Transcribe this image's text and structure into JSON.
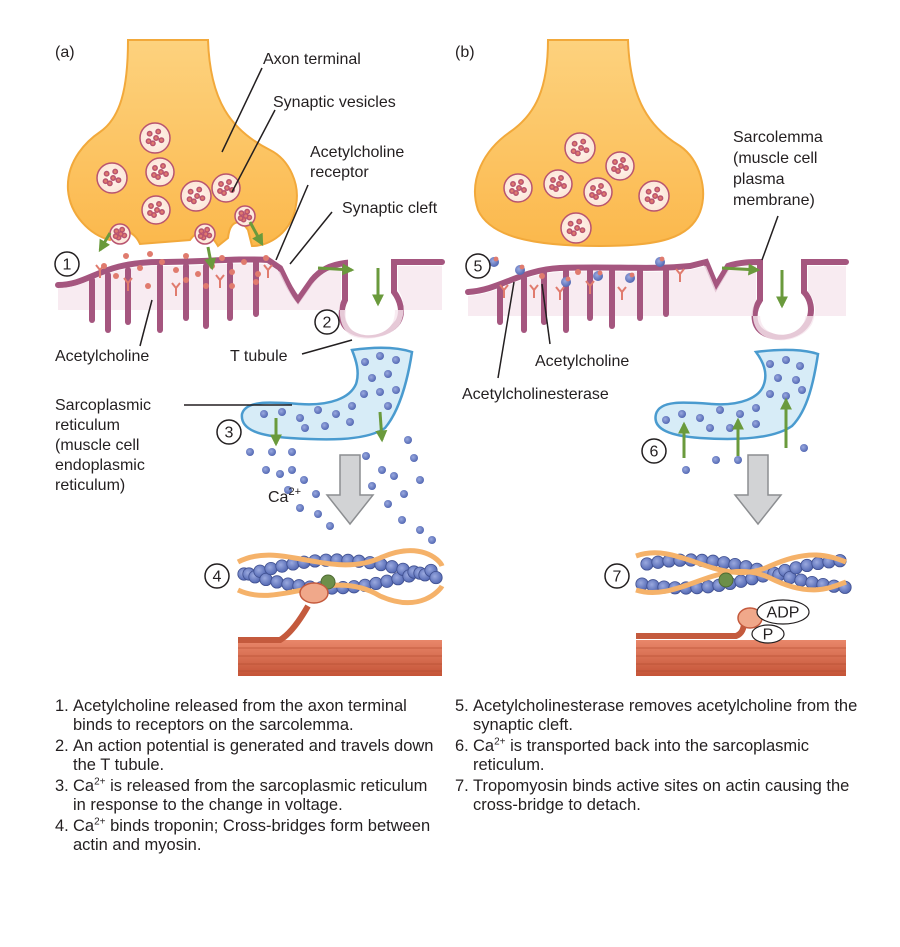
{
  "panels": {
    "a": {
      "label": "(a)"
    },
    "b": {
      "label": "(b)"
    }
  },
  "labels_a": {
    "axon_terminal": "Axon terminal",
    "synaptic_vesicles": "Synaptic vesicles",
    "ach_receptor_1": "Acetylcholine",
    "ach_receptor_2": "receptor",
    "synaptic_cleft": "Synaptic cleft",
    "acetylcholine": "Acetylcholine",
    "t_tubule": "T tubule",
    "sr_1": "Sarcoplasmic",
    "sr_2": "reticulum",
    "sr_3": "(muscle cell",
    "sr_4": "endoplasmic",
    "sr_5": "reticulum)",
    "calcium": "Ca",
    "calcium_sup": "2+"
  },
  "labels_b": {
    "sarcolemma_1": "Sarcolemma",
    "sarcolemma_2": "(muscle cell",
    "sarcolemma_3": "plasma",
    "sarcolemma_4": "membrane)",
    "acetylcholine": "Acetylcholine",
    "acetylcholinesterase": "Acetylcholinesterase",
    "adp": "ADP",
    "p": "P"
  },
  "step_markers": [
    "1",
    "2",
    "3",
    "4",
    "5",
    "6",
    "7"
  ],
  "steps_a": [
    {
      "n": "1.",
      "parts": [
        "Acetylcholine released from the axon terminal binds to receptors on the sarcolemma."
      ]
    },
    {
      "n": "2.",
      "parts": [
        "An action potential is generated and travels down the T tubule."
      ]
    },
    {
      "n": "3.",
      "parts": [
        "Ca",
        "2+",
        " is released from the sarcoplasmic reticulum in response to the change in voltage."
      ]
    },
    {
      "n": "4.",
      "parts": [
        "Ca",
        "2+",
        " binds troponin; Cross-bridges form between actin and myosin."
      ]
    }
  ],
  "steps_b": [
    {
      "n": "5.",
      "parts": [
        "Acetylcholinesterase removes acetylcholine from the synaptic cleft."
      ]
    },
    {
      "n": "6.",
      "parts": [
        "Ca",
        "2+",
        " is transported back into the sarcoplasmic reticulum."
      ]
    },
    {
      "n": "7.",
      "parts": [
        "Tropomyosin binds active sites on actin causing the cross-bridge to detach."
      ]
    }
  ],
  "colors": {
    "axon_fill": "#fbc15e",
    "axon_stroke": "#f2a93b",
    "membrane": "#a5567f",
    "sarcoplasm": "#f6e6ee",
    "sr_fill": "#d7ecf7",
    "sr_stroke": "#4a9bcf",
    "calcium": "#6f83c6",
    "arrow": "#6a9a3c",
    "muscle": "#d96b4a",
    "tropomyosin": "#f5b26a"
  }
}
